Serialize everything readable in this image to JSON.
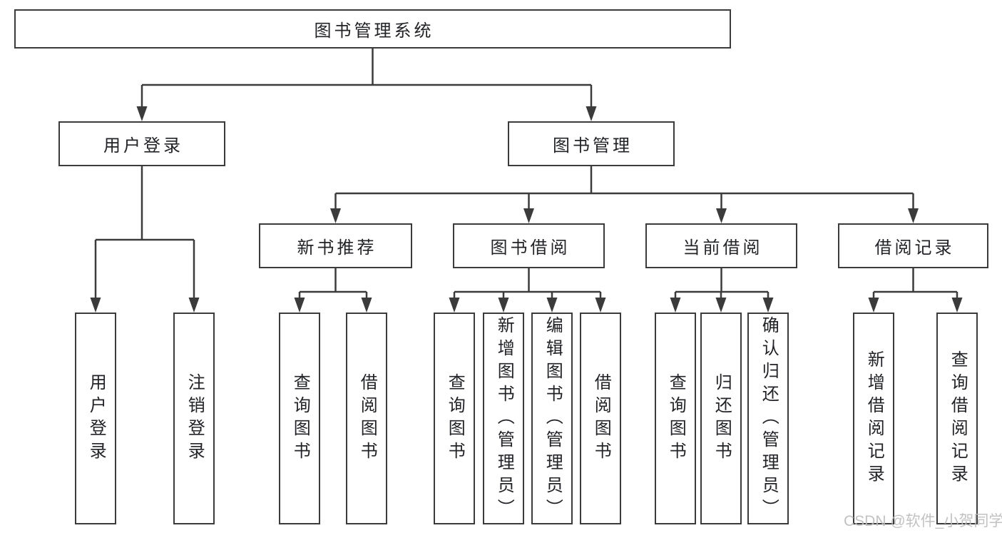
{
  "tree": {
    "root": {
      "label": "图书管理系统"
    },
    "user_login_branch": {
      "label": "用户登录",
      "children": [
        {
          "label": "用户登录"
        },
        {
          "label": "注销登录"
        }
      ]
    },
    "book_mgmt_branch": {
      "label": "图书管理",
      "sections": [
        {
          "label": "新书推荐",
          "children": [
            {
              "label": "查询图书"
            },
            {
              "label": "借阅图书"
            }
          ]
        },
        {
          "label": "图书借阅",
          "children": [
            {
              "label": "查询图书"
            },
            {
              "label": "新增图书（管理员）"
            },
            {
              "label": "编辑图书（管理员）"
            },
            {
              "label": "借阅图书"
            }
          ]
        },
        {
          "label": "当前借阅",
          "children": [
            {
              "label": "查询图书"
            },
            {
              "label": "归还图书"
            },
            {
              "label": "确认归还（管理员）"
            }
          ]
        },
        {
          "label": "借阅记录",
          "children": [
            {
              "label": "新增借阅记录"
            },
            {
              "label": "查询借阅记录"
            }
          ]
        }
      ]
    }
  },
  "watermark": {
    "text": "CSDN @软件_小贺同学"
  },
  "colors": {
    "line": "#3b3b3b",
    "text": "#222327",
    "watermark": "#bdbdbd",
    "background": "#ffffff"
  }
}
